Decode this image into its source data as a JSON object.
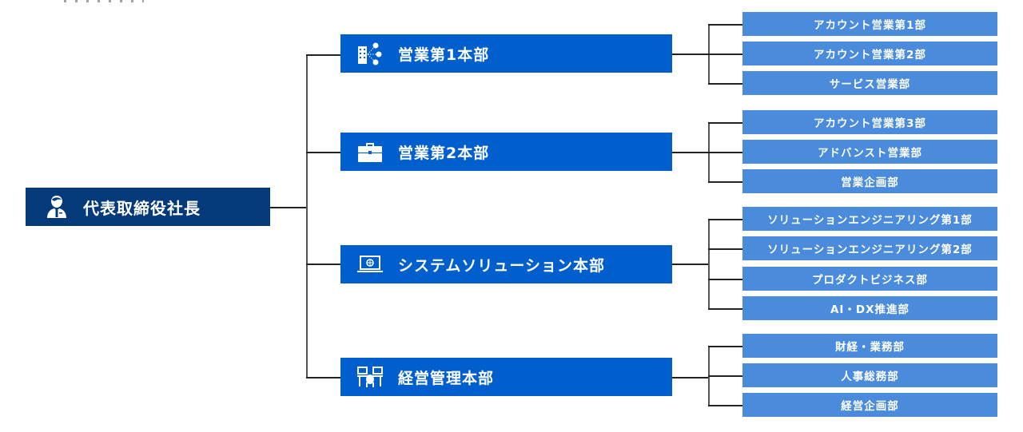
{
  "chart": {
    "root": {
      "label": "代表取締役社長",
      "icon": "executive-person-icon",
      "color": "#053a7a"
    },
    "divisions": [
      {
        "label": "営業第1本部",
        "icon": "building-network-icon",
        "departments": [
          "アカウント営業第1部",
          "アカウント営業第2部",
          "サービス営業部"
        ]
      },
      {
        "label": "営業第2本部",
        "icon": "briefcase-icon",
        "departments": [
          "アカウント営業第3部",
          "アドバンスト営業部",
          "営業企画部"
        ]
      },
      {
        "label": "システムソリューション本部",
        "icon": "laptop-globe-icon",
        "departments": [
          "ソリューションエンジニアリング第1部",
          "ソリューションエンジニアリング第2部",
          "プロダクトビジネス部",
          "AI・DX推進部"
        ]
      },
      {
        "label": "経営管理本部",
        "icon": "meeting-people-icon",
        "departments": [
          "財経・業務部",
          "人事総務部",
          "経営企画部"
        ]
      }
    ],
    "colors": {
      "division": "#005fcc",
      "department": "#4a8cdb",
      "connector": "#222222"
    }
  }
}
